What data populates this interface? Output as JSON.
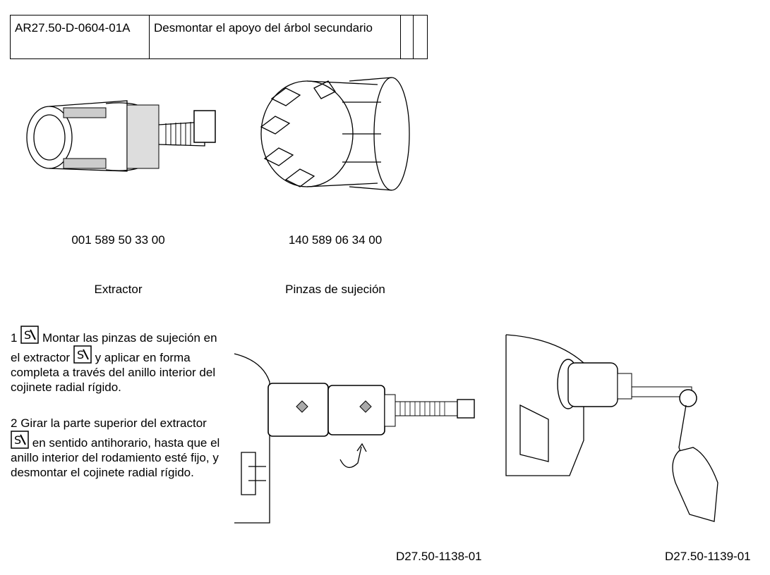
{
  "header": {
    "doc_code": "AR27.50-D-0604-01A",
    "title": "Desmontar el apoyo del árbol secundario",
    "extra_cells": [
      "",
      ""
    ]
  },
  "tools": [
    {
      "part_number": "001 589 50 33 00",
      "name": "Extractor",
      "icon": "extractor-illustration"
    },
    {
      "part_number": "140 589 06 34 00",
      "name": "Pinzas de sujeción",
      "icon": "clamping-collet-illustration"
    }
  ],
  "steps": [
    {
      "number": "1",
      "text_a": "Montar las pinzas de sujeción en el extractor",
      "text_b": "y aplicar en forma completa a través del anillo interior del cojinete radial rígido."
    },
    {
      "number": "2",
      "text_a": "Girar la parte superior del extractor",
      "text_b": "en sentido antihorario, hasta que el anillo interior del rodamiento esté fijo, y desmontar el cojinete radial rígido."
    }
  ],
  "figures": [
    {
      "id": "D27.50-1138-01"
    },
    {
      "id": "D27.50-1139-01"
    }
  ],
  "icons": {
    "tool_symbol": "special-tool-icon"
  }
}
